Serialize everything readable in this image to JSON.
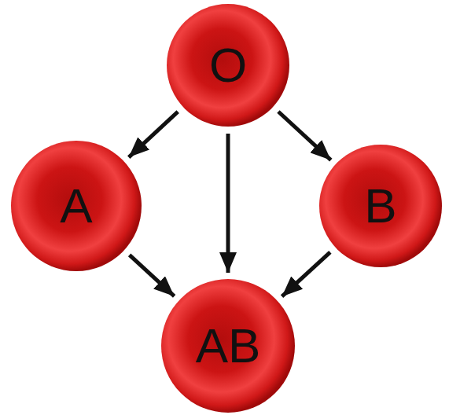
{
  "diagram": {
    "nodes": [
      {
        "text": [
          "O"
        ]
      },
      {
        "text": [
          "A"
        ]
      },
      {
        "text": [
          "B"
        ]
      },
      {
        "text": [
          "AB"
        ]
      }
    ],
    "edges": [
      {
        "from": 0,
        "to": 1,
        "arrow": "to"
      },
      {
        "from": 0,
        "to": 2,
        "arrow": "to"
      },
      {
        "from": 0,
        "to": 3,
        "arrow": "to"
      },
      {
        "from": 1,
        "to": 3,
        "arrow": "to"
      },
      {
        "from": 2,
        "to": 3,
        "arrow": "to"
      }
    ]
  }
}
